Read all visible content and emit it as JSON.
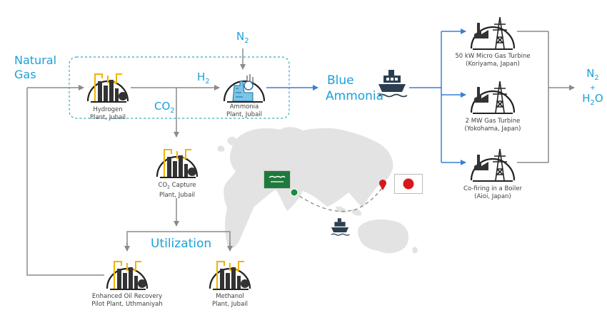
{
  "title_inputs": {
    "natural_gas": "Natural Gas"
  },
  "chemicals": {
    "n2_top_main": "N",
    "n2_top_sub": "2",
    "h2_main": "H",
    "h2_sub": "2",
    "co2_main": "CO",
    "co2_sub": "2",
    "n2_out_main": "N",
    "n2_out_sub": "2",
    "plus": "+",
    "h2o_main": "H",
    "h2o_sub": "2",
    "h2o_tail": "O"
  },
  "blue_ammonia": {
    "line1": "Blue",
    "line2": "Ammonia"
  },
  "utilization": "Utilization",
  "plants": {
    "hydrogen": {
      "line1": "Hydrogen",
      "line2": "Plant, Jubail",
      "icon": "industrial-plant-icon"
    },
    "ammonia": {
      "line1": "Ammonia",
      "line2": "Plant, Jubail",
      "icon": "ammonia-plant-icon"
    },
    "co2_capture": {
      "line1_a": "CO",
      "line1_sub": "2",
      "line1_b": " Capture",
      "line2": "Plant, Jubail",
      "icon": "industrial-plant-icon"
    },
    "eor": {
      "line1": "Enhanced Oil Recovery",
      "line2": "Pilot Plant, Uthmaniyah",
      "icon": "industrial-plant-icon"
    },
    "methanol": {
      "line1": "Methanol",
      "line2": "Plant, Jubail",
      "icon": "industrial-plant-icon"
    }
  },
  "power": {
    "micro_turbine": {
      "line1": "50 kW Micro Gas Turbine",
      "line2": "(Koriyama, Japan)",
      "icon": "power-plant-icon"
    },
    "gas_turbine": {
      "line1": "2 MW Gas Turbine",
      "line2": "(Yokohama, Japan)",
      "icon": "power-plant-icon"
    },
    "boiler": {
      "line1": "Co-firing in a Boiler",
      "line2": "(Aioi, Japan)",
      "icon": "power-plant-icon"
    }
  },
  "colors": {
    "accent": "#1aa0d9",
    "arrow_gray": "#8a8a8a",
    "arrow_blue": "#3a7fd5",
    "map": "#e3e3e3",
    "plant_yellow": "#f0b400",
    "ship": "#2c3e50"
  },
  "flags": {
    "saudi": "saudi-flag-icon",
    "japan": "japan-flag-icon"
  }
}
